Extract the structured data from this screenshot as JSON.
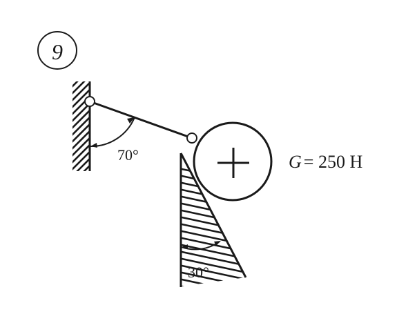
{
  "problem": {
    "number": "9"
  },
  "labels": {
    "rod_angle": "70°",
    "incline_angle": "30°",
    "weight_symbol": "G",
    "weight_equals": "= 250 H"
  },
  "colors": {
    "ink": "#1a1a1a",
    "background": "#ffffff"
  }
}
